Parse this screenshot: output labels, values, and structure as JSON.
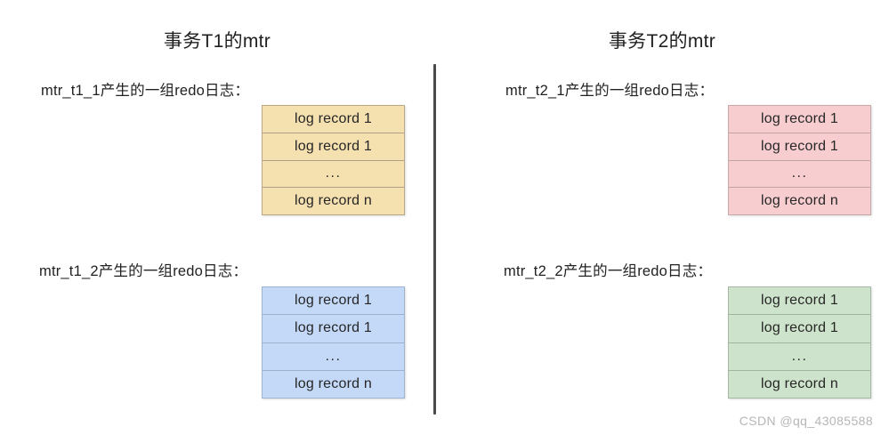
{
  "diagram": {
    "columns": [
      {
        "id": "t1",
        "title": "事务T1的mtr",
        "groups": [
          {
            "id": "mtr_t1_1",
            "caption": "mtr_t1_1产生的一组redo日志：",
            "color": "#f5e0b0",
            "border_color": "#b9a98a",
            "records": [
              "log record 1",
              "log record 1",
              "...",
              "log record n"
            ]
          },
          {
            "id": "mtr_t1_2",
            "caption": "mtr_t1_2产生的一组redo日志：",
            "color": "#c3d9f7",
            "border_color": "#9fb4cf",
            "records": [
              "log record 1",
              "log record 1",
              "...",
              "log record n"
            ]
          }
        ]
      },
      {
        "id": "t2",
        "title": "事务T2的mtr",
        "groups": [
          {
            "id": "mtr_t2_1",
            "caption": "mtr_t2_1产生的一组redo日志：",
            "color": "#f7cdd0",
            "border_color": "#c5a9ab",
            "records": [
              "log record 1",
              "log record 1",
              "...",
              "log record n"
            ]
          },
          {
            "id": "mtr_t2_2",
            "caption": "mtr_t2_2产生的一组redo日志：",
            "color": "#cee3cb",
            "border_color": "#a6b8a3",
            "records": [
              "log record 1",
              "log record 1",
              "...",
              "log record n"
            ]
          }
        ]
      }
    ],
    "divider": {
      "name": "vertical-divider",
      "color": "#4a4a4a"
    },
    "watermark": "CSDN @qq_43085588",
    "background": "#ffffff"
  }
}
